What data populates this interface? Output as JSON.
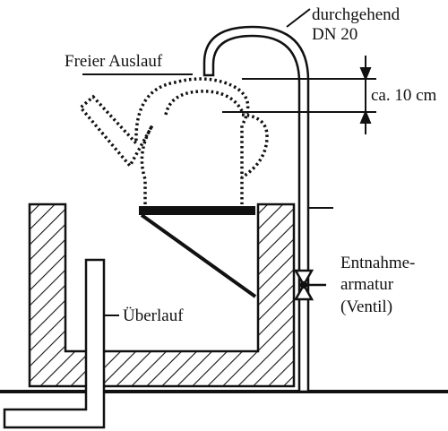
{
  "labels": {
    "pipe_line1": "durchgehend",
    "pipe_line2": "DN 20",
    "free_outlet": "Freier Auslauf",
    "gap": "ca. 10 cm",
    "valve_line1": "Entnahme-",
    "valve_line2": "armatur",
    "valve_line3": "(Ventil)",
    "overflow": "Überlauf"
  },
  "colors": {
    "ink": "#111111",
    "background": "#ffffff"
  }
}
